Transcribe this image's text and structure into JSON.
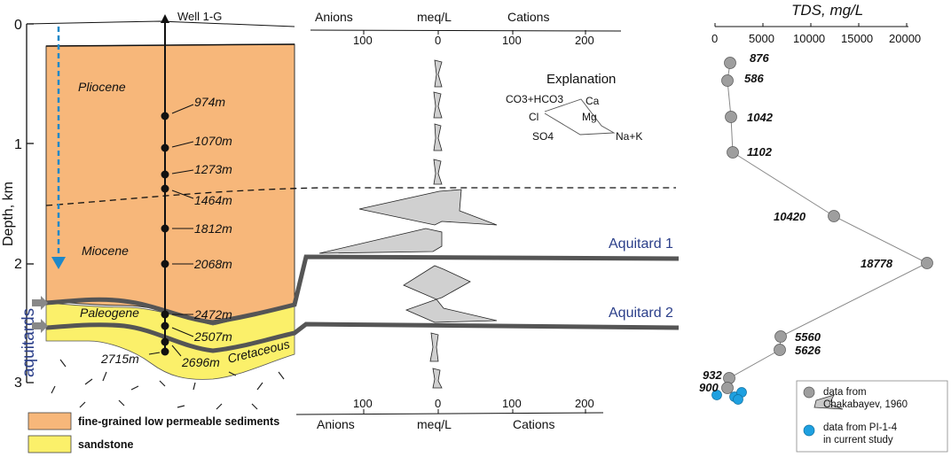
{
  "column": {
    "well_label": "Well 1-G",
    "depth_axis_label": "Depth, km",
    "depth_ticks": [
      "0",
      "1",
      "2",
      "3"
    ],
    "aquitards_label": "aquitards",
    "units": [
      "Pliocene",
      "Miocene",
      "Paleogene",
      "Cretaceous"
    ],
    "sample_depths": [
      "974m",
      "1070m",
      "1273m",
      "1464m",
      "1812m",
      "2068m",
      "2472m",
      "2507m",
      "2696m",
      "2715m"
    ]
  },
  "legend": {
    "fine_label": "fine-grained low permeable sediments",
    "sand_label": "sandstone",
    "fine_color": "#f7b77a",
    "sand_color": "#fbf06a"
  },
  "stiff": {
    "top": {
      "anions": "Anions",
      "units": "meq/L",
      "cations": "Cations",
      "ticks": [
        "100",
        "0",
        "100",
        "200"
      ]
    },
    "bottom": {
      "anions": "Anions",
      "units": "meq/L",
      "cations": "Cations",
      "ticks": [
        "100",
        "0",
        "100",
        "200"
      ]
    },
    "explanation": {
      "title": "Explanation",
      "left": [
        "CO3+HCO3",
        "Cl",
        "SO4"
      ],
      "right": [
        "Ca",
        "Mg",
        "Na+K"
      ]
    },
    "aquitard1": "Aquitard 1",
    "aquitard2": "Aquitard 2"
  },
  "tds": {
    "title": "TDS, mg/L",
    "ticks": [
      "0",
      "5000",
      "10000",
      "15000",
      "20000"
    ],
    "labels": [
      "876",
      "586",
      "1042",
      "1102",
      "10420",
      "18778",
      "5560",
      "5626",
      "932",
      "900"
    ],
    "legend_grey": "data from\nChakabayev, 1960",
    "legend_blue": "data from PI-1-4\nin current study",
    "grey_color": "#9e9e9e",
    "blue_color": "#1ea0e0"
  }
}
